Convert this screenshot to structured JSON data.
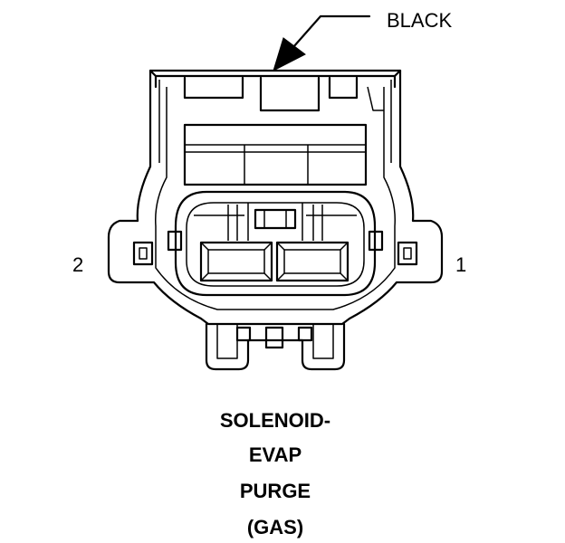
{
  "callout": {
    "label": "BLACK"
  },
  "pins": {
    "left": "2",
    "right": "1"
  },
  "caption": {
    "line1": "SOLENOID-",
    "line2": "EVAP",
    "line3": "PURGE",
    "line4": "(GAS)"
  },
  "colors": {
    "ink": "#000000",
    "background": "#ffffff"
  }
}
